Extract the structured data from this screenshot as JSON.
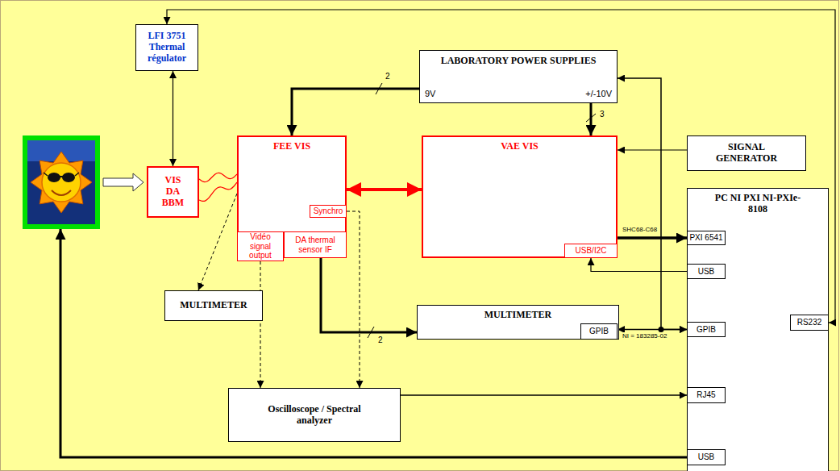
{
  "diagram": {
    "nodes": [
      {
        "text": [
          "LFI 3751 Thermal régulator"
        ]
      },
      {
        "text": [
          "LABORATORY POWER SUPPLIES",
          "9V",
          "+/-10V"
        ]
      },
      {
        "text": [
          "VIS DA BBM"
        ]
      },
      {
        "text": [
          "FEE VIS"
        ]
      },
      {
        "text": [
          "Synchro"
        ],
        "in": 3
      },
      {
        "text": [
          "Vidéo signal output"
        ],
        "in": 3
      },
      {
        "text": [
          "DA thermal sensor IF"
        ],
        "in": 3
      },
      {
        "text": [
          "VAE VIS"
        ]
      },
      {
        "text": [
          "USB/I2C"
        ],
        "in": 7
      },
      {
        "text": [
          "SIGNAL GENERATOR"
        ]
      },
      {
        "text": [
          "PC NI PXI NI-PXIe-8108"
        ]
      },
      {
        "text": [
          "PXI 6541"
        ],
        "in": 10
      },
      {
        "text": [
          "USB"
        ],
        "in": 10
      },
      {
        "text": [
          "GPIB"
        ],
        "in": 10
      },
      {
        "text": [
          "RS232"
        ],
        "in": 10
      },
      {
        "text": [
          "RJ45"
        ],
        "in": 10
      },
      {
        "text": [
          "USB"
        ],
        "in": 10
      },
      {
        "text": [
          "MULTIMETER"
        ]
      },
      {
        "text": [
          "MULTIMETER"
        ]
      },
      {
        "text": [
          "GPIB"
        ],
        "in": 18
      },
      {
        "text": [
          "Oscilloscope / Spectral analyzer"
        ]
      }
    ],
    "edges": [
      {
        "from": 14,
        "to": 0,
        "arrow": "both"
      },
      {
        "from": 0,
        "to": 2,
        "arrow": "both"
      },
      {
        "from": 1,
        "to": 3,
        "arrow": "to"
      },
      {
        "from": 1,
        "to": 7,
        "arrow": "to"
      },
      {
        "from": 9,
        "to": 7,
        "arrow": "to"
      },
      {
        "from": 3,
        "to": 7,
        "arrow": "both"
      },
      {
        "from": 2,
        "to": 3,
        "arrow": "none"
      },
      {
        "from": 2,
        "to": 3,
        "arrow": "none"
      },
      {
        "from": 7,
        "to": 11,
        "arrow": "to",
        "label": "SHC68-C68"
      },
      {
        "from": 12,
        "to": 8,
        "arrow": "to"
      },
      {
        "from": 13,
        "to": 19,
        "arrow": "both",
        "label": "NI = 183285-02"
      },
      {
        "from": 13,
        "to": 1,
        "arrow": "both"
      },
      {
        "from": 6,
        "to": 18,
        "arrow": "to"
      },
      {
        "from": 3,
        "to": 17,
        "arrow": "to"
      },
      {
        "from": 5,
        "to": 20,
        "arrow": "to"
      },
      {
        "from": 4,
        "to": 20,
        "arrow": "to"
      },
      {
        "from": 20,
        "to": 15,
        "arrow": "to"
      }
    ],
    "labels": [
      "2",
      "3",
      "2"
    ]
  }
}
